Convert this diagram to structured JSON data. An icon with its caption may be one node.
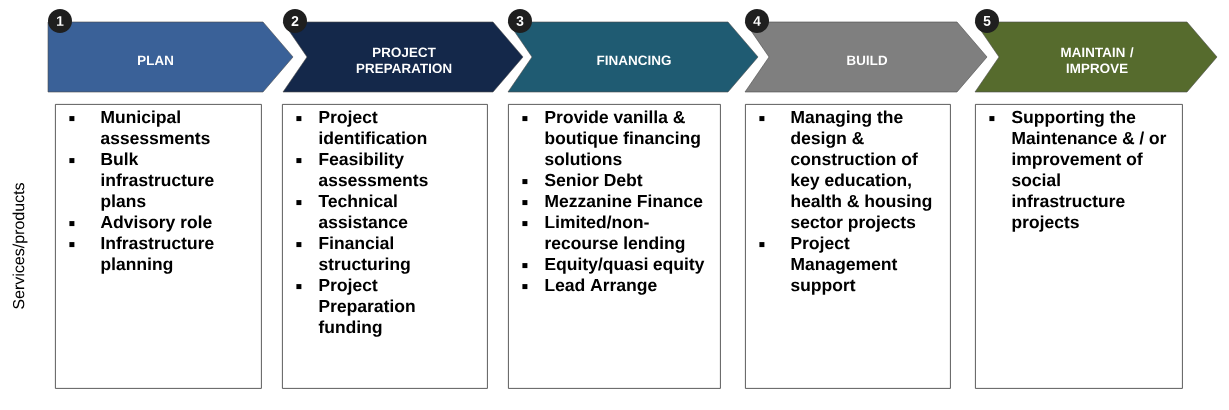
{
  "diagram": {
    "nodes": [
      {
        "text": [
          "PLAN"
        ],
        "beside": [
          "1"
        ]
      },
      {
        "text": [
          "PROJECT PREPARATION"
        ],
        "beside": [
          "2"
        ]
      },
      {
        "text": [
          "FINANCING"
        ],
        "beside": [
          "3"
        ]
      },
      {
        "text": [
          "BUILD"
        ],
        "beside": [
          "4"
        ]
      },
      {
        "text": [
          "MAINTAIN / IMPROVE"
        ],
        "beside": [
          "5"
        ]
      },
      {
        "text": [
          "Municipal assessments",
          "Bulk infrastructure plans",
          "Advisory role",
          "Infrastructure planning"
        ]
      },
      {
        "text": [
          "Project identification",
          "Feasibility assessments",
          "Technical assistance",
          "Financial structuring",
          "Project Preparation funding"
        ]
      },
      {
        "text": [
          "Provide vanilla & boutique financing solutions",
          "Senior Debt",
          "Mezzanine Finance",
          "Limited/non-recourse lending",
          "Equity/quasi equity",
          "Lead Arrange"
        ]
      },
      {
        "text": [
          "Managing the design & construction of key education, health & housing sector projects",
          "Project Management support"
        ]
      },
      {
        "text": [
          "Supporting the Maintenance & / or improvement of social infrastructure projects"
        ]
      }
    ],
    "labels": [
      "Services/products"
    ]
  }
}
